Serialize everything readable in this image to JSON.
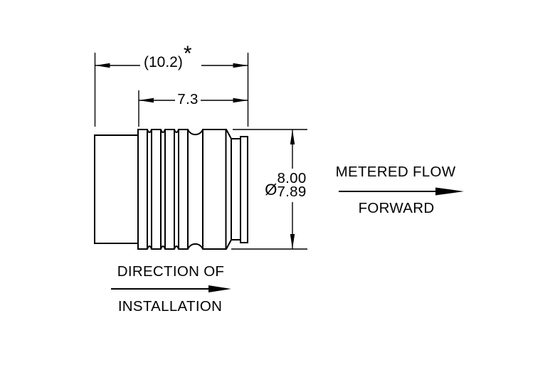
{
  "drawing": {
    "dimensions": {
      "overall_length": "(10.2)",
      "overall_length_note": "*",
      "rib_length": "7.3",
      "diameter_symbol": "Ø",
      "diameter_upper": "8.00",
      "diameter_lower": "7.89"
    },
    "labels": {
      "flow_line1": "METERED FLOW",
      "flow_line2": "FORWARD",
      "install_line1": "DIRECTION OF",
      "install_line2": "INSTALLATION"
    },
    "colors": {
      "line": "#000000",
      "background": "#ffffff"
    }
  }
}
